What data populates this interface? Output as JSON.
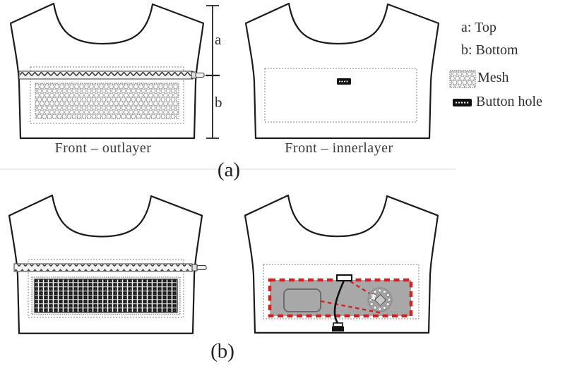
{
  "figure": {
    "panel_a": {
      "label": "(a)",
      "outlayer_caption": "Front – outlayer",
      "innerlayer_caption": "Front – innerlayer",
      "dimension": {
        "top": "a",
        "bottom": "b"
      }
    },
    "panel_b": {
      "label": "(b)"
    },
    "legend": {
      "item_a": "a: Top",
      "item_b": "b: Bottom",
      "item_mesh": "Mesh",
      "item_button_hole": "Button hole",
      "mesh_swatch_icon": "mesh-pattern-swatch",
      "button_hole_swatch_icon": "button-hole-swatch"
    },
    "colors": {
      "garment_outline": "#1c1c1c",
      "dashed_guide": "#808080",
      "accent_red": "#d32222",
      "pocket_gray": "#a8a8a8",
      "dark_panel": "#161616",
      "text": "#3a3a3a"
    }
  }
}
